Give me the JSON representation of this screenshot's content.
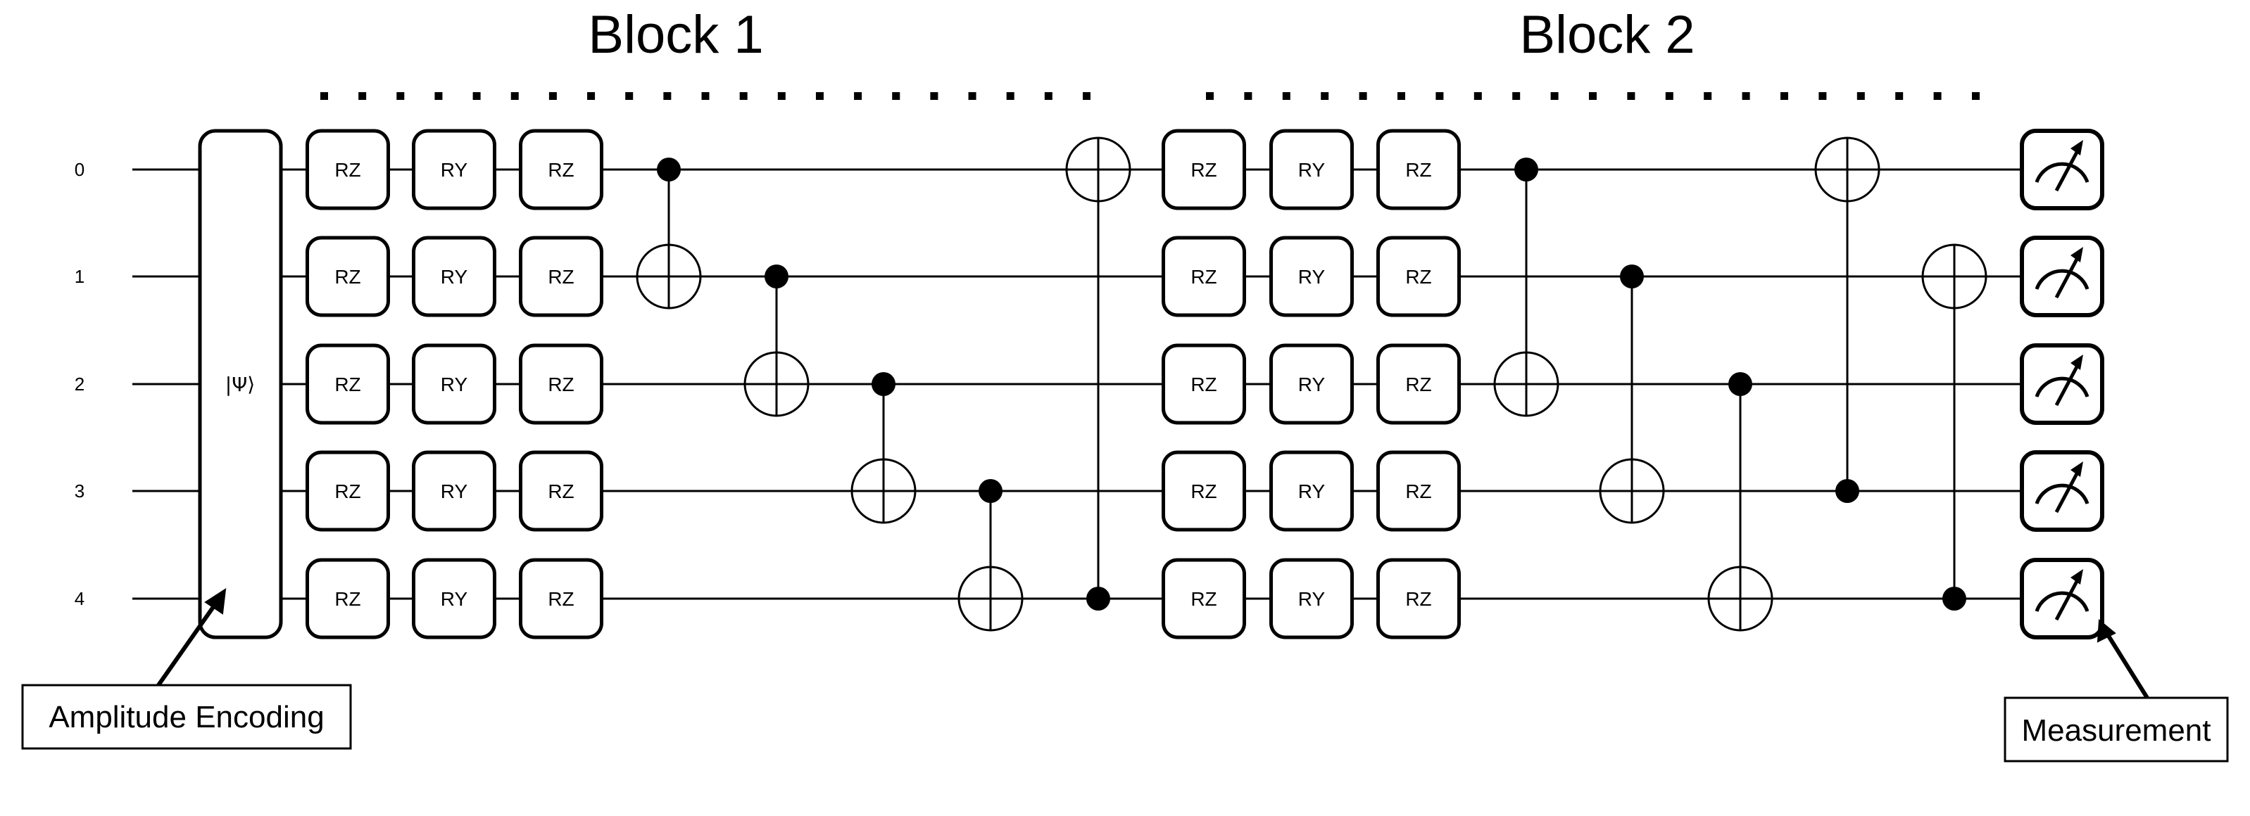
{
  "blocks": [
    {
      "title": "Block 1"
    },
    {
      "title": "Block 2"
    }
  ],
  "qubits": [
    "0",
    "1",
    "2",
    "3",
    "4"
  ],
  "encoding": {
    "label": "|Ψ⟩",
    "callout": "Amplitude Encoding"
  },
  "rotation_gates": [
    "RZ",
    "RY",
    "RZ"
  ],
  "measurement": {
    "callout": "Measurement"
  },
  "block1_cnots": [
    {
      "control": 0,
      "target": 1
    },
    {
      "control": 1,
      "target": 2
    },
    {
      "control": 2,
      "target": 3
    },
    {
      "control": 3,
      "target": 4
    },
    {
      "control": 4,
      "target": 0
    }
  ],
  "block2_cnots": [
    {
      "control": 0,
      "target": 2
    },
    {
      "control": 1,
      "target": 3
    },
    {
      "control": 2,
      "target": 4
    },
    {
      "control": 3,
      "target": 0
    },
    {
      "control": 4,
      "target": 1
    }
  ]
}
